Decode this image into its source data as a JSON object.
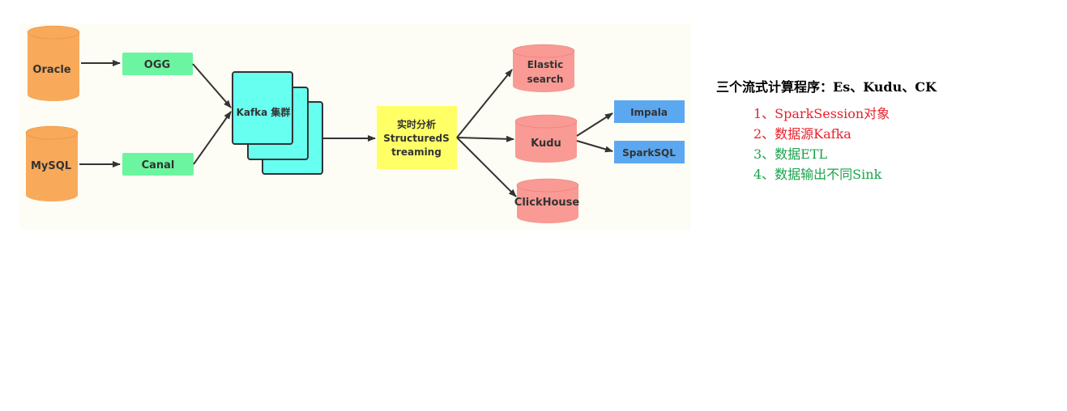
{
  "colors": {
    "source_db": "#f8a95a",
    "collector": "#6cf5a0",
    "kafka": "#66fff0",
    "processor": "#ffff66",
    "sink_db": "#f99a94",
    "query_engine": "#5ba8f0",
    "note_red": "#e8202a",
    "note_green": "#1aa34a"
  },
  "nodes": {
    "oracle": "Oracle",
    "mysql": "MySQL",
    "ogg": "OGG",
    "canal": "Canal",
    "kafka": "Kafka 集群",
    "processor_line1": "实时分析",
    "processor_line2": "StructuredS",
    "processor_line3": "treaming",
    "elastic_line1": "Elastic",
    "elastic_line2": "search",
    "kudu": "Kudu",
    "clickhouse": "ClickHouse",
    "impala": "Impala",
    "sparksql": "SparkSQL"
  },
  "notes": {
    "title": "三个流式计算程序：Es、Kudu、CK",
    "items": [
      {
        "text": "1、SparkSession对象",
        "color": "#e8202a"
      },
      {
        "text": "2、数据源Kafka",
        "color": "#e8202a"
      },
      {
        "text": "3、数据ETL",
        "color": "#1aa34a"
      },
      {
        "text": "4、数据输出不同Sink",
        "color": "#1aa34a"
      }
    ]
  }
}
